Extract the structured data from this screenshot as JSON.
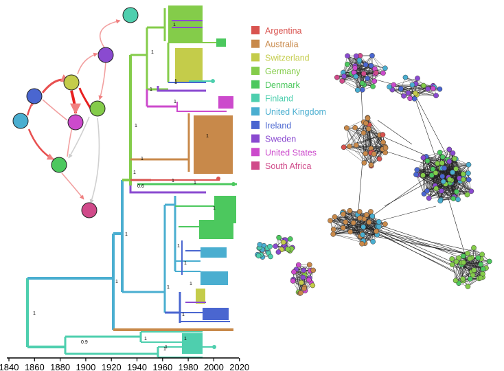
{
  "legend": {
    "items": [
      {
        "label": "Argentina",
        "color": "#d9534f"
      },
      {
        "label": "Australia",
        "color": "#c8894a"
      },
      {
        "label": "Switzerland",
        "color": "#c4cc4a"
      },
      {
        "label": "Germany",
        "color": "#84cc4a"
      },
      {
        "label": "Denmark",
        "color": "#4cc85e"
      },
      {
        "label": "Finland",
        "color": "#4ecfae"
      },
      {
        "label": "United Kingdom",
        "color": "#4aaed0"
      },
      {
        "label": "Ireland",
        "color": "#4a66d0"
      },
      {
        "label": "Sweden",
        "color": "#8a4ad0"
      },
      {
        "label": "United States",
        "color": "#cc4acc"
      },
      {
        "label": "South Africa",
        "color": "#d04a8a"
      }
    ]
  },
  "axis": {
    "ticks": [
      "1840",
      "1860",
      "1880",
      "1900",
      "1920",
      "1940",
      "1960",
      "1980",
      "2000",
      "2020"
    ]
  },
  "support_labels": [
    "1",
    "1",
    "1",
    "1",
    "1",
    "1",
    "1",
    "1",
    "1",
    "1",
    "0.6",
    "1",
    "1",
    "1",
    "1",
    "1",
    "1",
    "1",
    "0.9",
    "1",
    "1",
    "1",
    "1",
    "1",
    "1",
    "1",
    "1"
  ]
}
